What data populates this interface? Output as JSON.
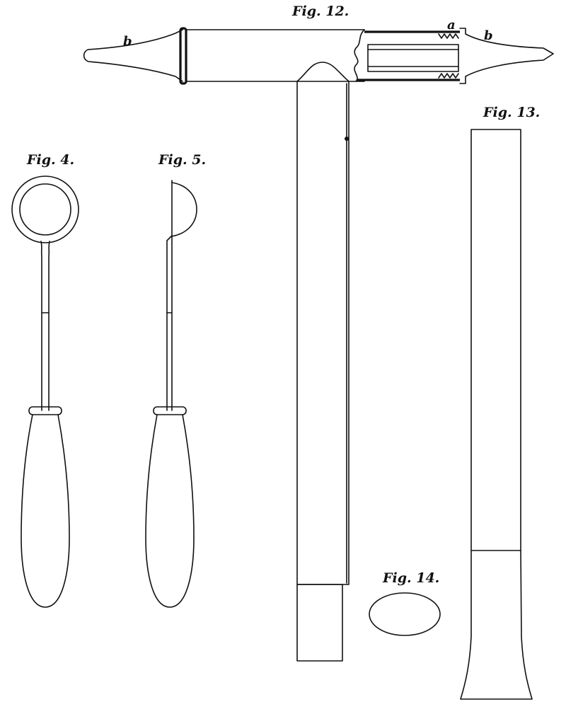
{
  "figures": {
    "fig4": {
      "label": "Fig. 4."
    },
    "fig5": {
      "label": "Fig. 5."
    },
    "fig12": {
      "label": "Fig. 12.",
      "part_letters": [
        "b",
        "a",
        "b"
      ]
    },
    "fig13": {
      "label": "Fig. 13."
    },
    "fig14": {
      "label": "Fig. 14."
    }
  }
}
